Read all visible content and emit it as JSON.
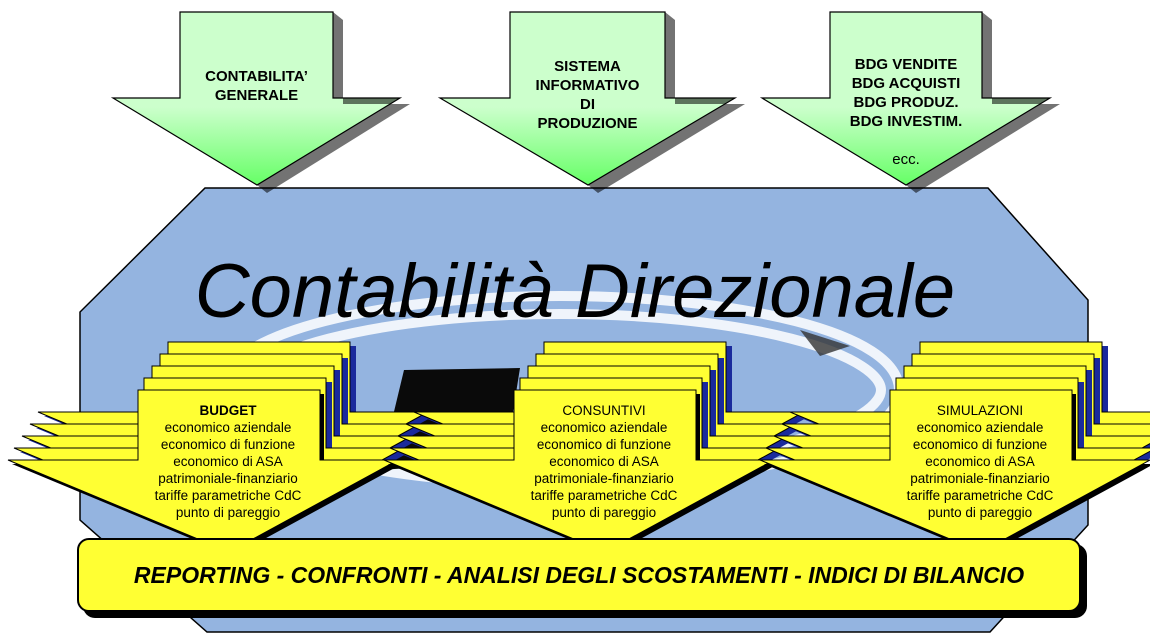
{
  "colors": {
    "input_arrow_fill": "#ccffcc",
    "input_arrow_fill_dark": "#66ff66",
    "octagon_fill": "#94b4e0",
    "output_arrow_fill": "#ffff33",
    "stack_blue": "#1a2a9c",
    "banner_fill": "#ffff33"
  },
  "inputs": [
    {
      "lines": "CONTABILITA’\nGENERALE",
      "sub": ""
    },
    {
      "lines": "SISTEMA\nINFORMATIVO\nDI\nPRODUZIONE",
      "sub": ""
    },
    {
      "lines": "BDG VENDITE\nBDG ACQUISTI\nBDG PRODUZ.\nBDG INVESTIM.",
      "sub": "ecc."
    }
  ],
  "main_title": "Contabilità Direzionale",
  "outputs": [
    {
      "heading": "BUDGET",
      "heading_bold": true,
      "items": [
        "economico aziendale",
        "economico di funzione",
        "economico di ASA",
        "patrimoniale-finanziario",
        "tariffe parametriche CdC",
        "punto di pareggio"
      ]
    },
    {
      "heading": "CONSUNTIVI",
      "heading_bold": false,
      "items": [
        "economico aziendale",
        "economico di funzione",
        "economico di ASA",
        "patrimoniale-finanziario",
        "tariffe parametriche CdC",
        "punto di pareggio"
      ]
    },
    {
      "heading": "SIMULAZIONI",
      "heading_bold": false,
      "items": [
        "economico aziendale",
        "economico di funzione",
        "economico di ASA",
        "patrimoniale-finanziario",
        "tariffe parametriche CdC",
        "punto di pareggio"
      ]
    }
  ],
  "banner": "REPORTING - CONFRONTI - ANALISI DEGLI SCOSTAMENTI - INDICI DI BILANCIO"
}
